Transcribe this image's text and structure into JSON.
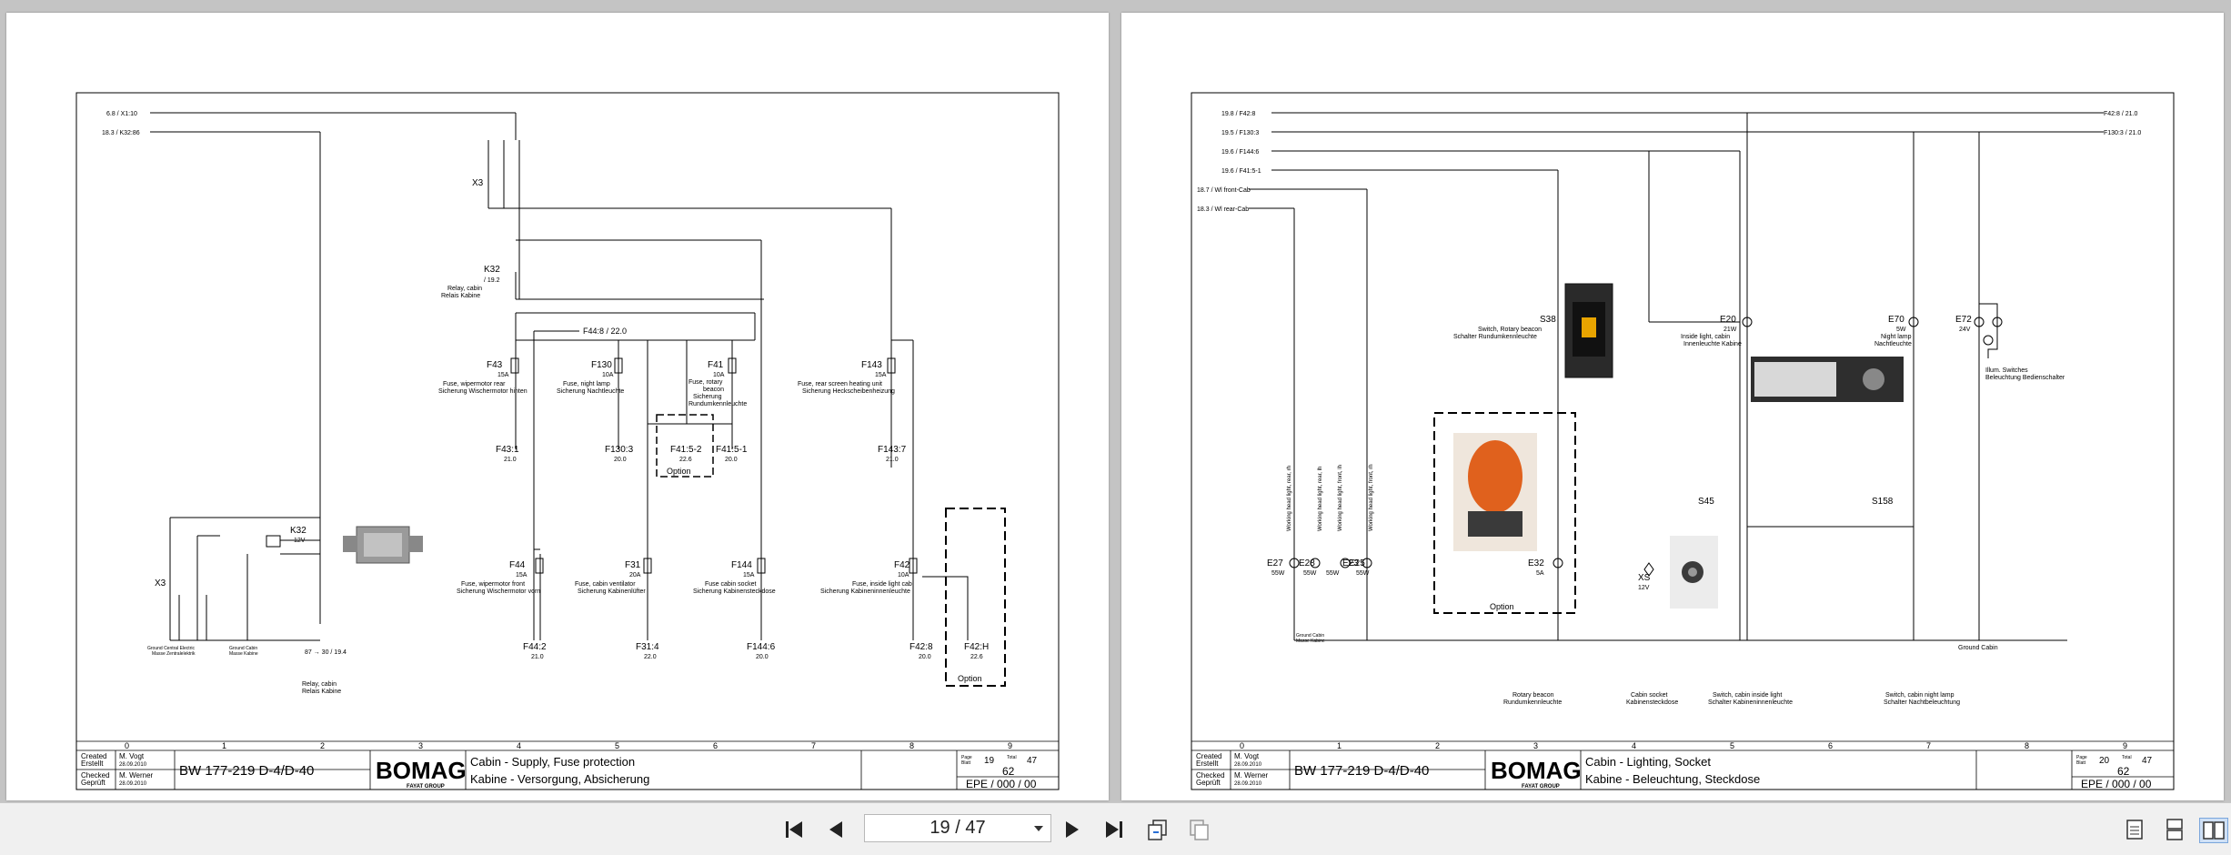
{
  "viewer": {
    "page_indicator": "19 / 47",
    "buttons": {
      "first": "first-page",
      "prev": "previous-page",
      "next": "next-page",
      "last": "last-page",
      "facing_prev": "facing-back",
      "facing_next": "facing-forward",
      "single_view": "single-page",
      "continuous_view": "continuous",
      "facing_view": "facing-pages"
    }
  },
  "left_page": {
    "labels": {
      "x1": "6.8 / X1:10",
      "k32r": "18.3 / K32:86",
      "x3": "X3",
      "k32": "K32",
      "k32sub": "/ 19.2",
      "k32n1": "Relay, cabin",
      "k32n2": "Relais Kabine",
      "f44b": "F44:8 / 22.0",
      "f43": "F43",
      "f43v": "15A",
      "f43n1": "Fuse, wipermotor rear",
      "f43n2": "Sicherung Wischermotor hinten",
      "f130": "F130",
      "f130v": "10A",
      "f130n1": "Fuse, night lamp",
      "f130n2": "Sicherung Nachtleuchte",
      "f41": "F41",
      "f41v": "10A",
      "f41n1": "Fuse, rotary",
      "f41n2": "beacon",
      "f41n3": "Sicherung",
      "f41n4": "Rundumkennleuchte",
      "f143": "F143",
      "f143v": "15A",
      "f143n1": "Fuse, rear screen heating unit",
      "f143n2": "Sicherung Heckscheibenheizung",
      "t1": "F43:1",
      "t1v": "21.0",
      "t2": "F130:3",
      "t2v": "20.0",
      "t3": "F41:5-2",
      "t3v": "22.6",
      "t4": "F41:5-1",
      "t4v": "20.0",
      "t5": "F143:7",
      "t5v": "21.0",
      "opt1": "Option",
      "k32b": "K32",
      "k32bv": "12V",
      "x3b": "X3",
      "f44": "F44",
      "f44v": "15A",
      "f44n1": "Fuse, wipermotor front",
      "f44n2": "Sicherung Wischermotor vorn",
      "f31": "F31",
      "f31v": "20A",
      "f31n1": "Fuse, cabin ventilator",
      "f31n2": "Sicherung Kabinenlüfter",
      "f144": "F144",
      "f144v": "15A",
      "f144n1": "Fuse cabin socket",
      "f144n2": "Sicherung Kabinensteckdose",
      "f42": "F42",
      "f42v": "10A",
      "f42n1": "Fuse, inside light cab",
      "f42n2": "Sicherung Kabineninnenleuchte",
      "b1": "F44:2",
      "b1v": "21.0",
      "b2": "F31:4",
      "b2v": "22.0",
      "b3": "F144:6",
      "b3v": "20.0",
      "b4": "F42:8",
      "b4v": "20.0",
      "b5": "F42:H",
      "b5v": "22.6",
      "opt2": "Option",
      "k87": "87 → 30 / 19.4",
      "relay1": "Relay, cabin",
      "relay2": "Relais Kabine",
      "gnd1a": "Ground Central Electric",
      "gnd1b": "Masse Zentralelektrik",
      "gnd2a": "Ground Cabin",
      "gnd2b": "Masse Kabine"
    },
    "title_block": {
      "created": "Created",
      "created_de": "Erstellt",
      "checked": "Checked",
      "checked_de": "Geprüft",
      "name1": "M. Vogt",
      "date1": "28.09.2010",
      "name2": "M. Werner",
      "date2": "28.09.2010",
      "model": "BW 177-219 D-4/D-40",
      "logo": "BOMAG",
      "logo_sub": "FAYAT GROUP",
      "title_en": "Cabin - Supply, Fuse protection",
      "title_de": "Kabine - Versorgung, Absicherung",
      "page_label": "Page",
      "page_de": "Blatt",
      "page": "19",
      "total_label": "Total",
      "total": "47",
      "rev": "62",
      "epe": "EPE / 000 / 00"
    }
  },
  "right_page": {
    "labels": {
      "r1": "19.8 / F42:8",
      "r2": "19.5 / F130:3",
      "r3": "19.6 / F144:6",
      "r4": "19.6 / F41:5-1",
      "r5": "18.7 / Wl front-Cab",
      "r6": "18.3 / Wl rear-Cab",
      "rr1": "F42:8 / 21.0",
      "rr2": "F130:3 / 21.0",
      "s38": "S38",
      "s38n1": "Switch, Rotary beacon",
      "s38n2": "Schalter Rundumkennleuchte",
      "e20": "E20",
      "e20v": "21W",
      "e20n1": "Inside light, cabin",
      "e20n2": "Innenleuchte Kabine",
      "e70": "E70",
      "e70v": "5W",
      "e70n1": "Night lamp",
      "e70n2": "Nachtleuchte",
      "e72": "E72",
      "e72v": "24V",
      "e72n1": "Illum. Switches",
      "e72n2": "Beleuchtung Bedienschalter",
      "s45": "S45",
      "s158": "S158",
      "e27": "E27",
      "e27v": "55W",
      "e28": "E28",
      "e28v": "55W",
      "e23": "E23",
      "e23v": "55W",
      "e25": "E25",
      "e25v": "55W",
      "wl1": "Working head light, rear, rh",
      "wl2": "Working head light, rear, lh",
      "wl3": "Working head light, front, lh",
      "wl4": "Working head light, front, rh",
      "e32": "E32",
      "e32v": "5A",
      "xs": "XS",
      "xsv": "12V",
      "opt": "Option",
      "gcab1": "Ground Cabin",
      "gcab2": "Masse Kabine",
      "gcab3": "Ground Cabin",
      "n1a": "Rotary beacon",
      "n1b": "Rundumkennleuchte",
      "n2a": "Cabin socket",
      "n2b": "Kabinensteckdose",
      "n3a": "Switch, cabin inside light",
      "n3b": "Schalter Kabineninnenleuchte",
      "n4a": "Switch, cabin night lamp",
      "n4b": "Schalter Nachtbeleuchtung"
    },
    "title_block": {
      "created": "Created",
      "created_de": "Erstellt",
      "checked": "Checked",
      "checked_de": "Geprüft",
      "name1": "M. Vogt",
      "date1": "28.09.2010",
      "name2": "M. Werner",
      "date2": "28.09.2010",
      "model": "BW 177-219 D-4/D-40",
      "logo": "BOMAG",
      "logo_sub": "FAYAT GROUP",
      "title_en": "Cabin - Lighting, Socket",
      "title_de": "Kabine - Beleuchtung, Steckdose",
      "page_label": "Page",
      "page_de": "Blatt",
      "page": "20",
      "total_label": "Total",
      "total": "47",
      "rev": "62",
      "epe": "EPE / 000 / 00"
    }
  },
  "grid_numbers": [
    "0",
    "1",
    "2",
    "3",
    "4",
    "5",
    "6",
    "7",
    "8",
    "9"
  ]
}
